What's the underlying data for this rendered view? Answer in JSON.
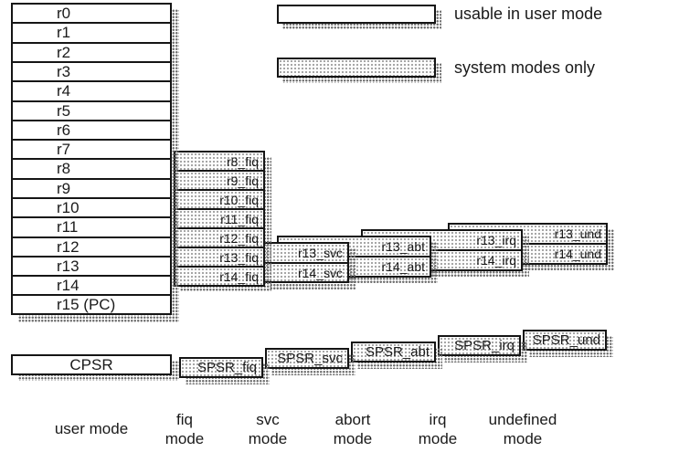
{
  "colors": {
    "border": "#151515",
    "text": "#1a1a1a",
    "box_fill": "#ffffff",
    "stipple_dot": "#9c9c9c",
    "shadow_dot": "#6f6f6f"
  },
  "legend": {
    "user_label": "usable in user mode",
    "system_label": "system modes only"
  },
  "registers": {
    "user": [
      "r0",
      "r1",
      "r2",
      "r3",
      "r4",
      "r5",
      "r6",
      "r7",
      "r8",
      "r9",
      "r10",
      "r11",
      "r12",
      "r13",
      "r14",
      "r15 (PC)"
    ],
    "fiq": [
      "r8_fiq",
      "r9_fiq",
      "r10_fiq",
      "r11_fiq",
      "r12_fiq",
      "r13_fiq",
      "r14_fiq"
    ],
    "svc": [
      "r13_svc",
      "r14_svc"
    ],
    "abt": [
      "r13_abt",
      "r14_abt"
    ],
    "irq": [
      "r13_irq",
      "r14_irq"
    ],
    "und": [
      "r13_und",
      "r14_und"
    ]
  },
  "psr": {
    "cpsr": "CPSR",
    "spsr_fiq": "SPSR_fiq",
    "spsr_svc": "SPSR_svc",
    "spsr_abt": "SPSR_abt",
    "spsr_irq": "SPSR_irq",
    "spsr_und": "SPSR_und"
  },
  "mode_labels": [
    {
      "line1": "user mode"
    },
    {
      "line1": "fiq",
      "line2": "mode"
    },
    {
      "line1": "svc",
      "line2": "mode"
    },
    {
      "line1": "abort",
      "line2": "mode"
    },
    {
      "line1": "irq",
      "line2": "mode"
    },
    {
      "line1": "undefined",
      "line2": "mode"
    }
  ]
}
